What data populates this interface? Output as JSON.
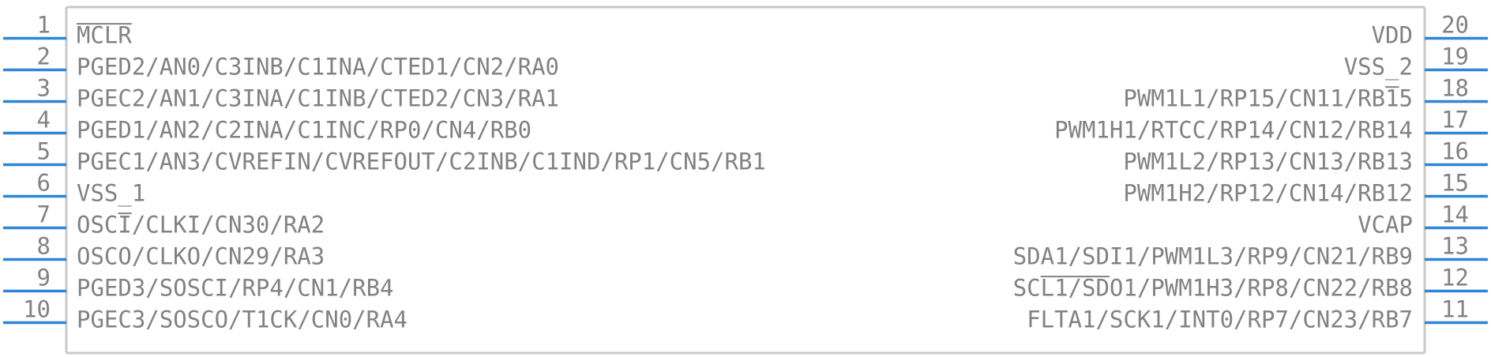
{
  "component": {
    "colors": {
      "body_stroke": "#c8c8c8",
      "body_fill": "#ffffff",
      "pin": "#2f86d6",
      "text": "#828282"
    },
    "left_pins": [
      {
        "number": "1",
        "label": "MCLR",
        "overline": [
          0,
          4
        ]
      },
      {
        "number": "2",
        "label": "PGED2/AN0/C3INB/C1INA/CTED1/CN2/RA0"
      },
      {
        "number": "3",
        "label": "PGEC2/AN1/C3INA/C1INB/CTED2/CN3/RA1"
      },
      {
        "number": "4",
        "label": "PGED1/AN2/C2INA/C1INC/RP0/CN4/RB0"
      },
      {
        "number": "5",
        "label": "PGEC1/AN3/CVREFIN/CVREFOUT/C2INB/C1IND/RP1/CN5/RB1"
      },
      {
        "number": "6",
        "label": "VSS_1"
      },
      {
        "number": "7",
        "label": "OSCI/CLKI/CN30/RA2",
        "overline": [
          3,
          4
        ]
      },
      {
        "number": "8",
        "label": "OSCO/CLKO/CN29/RA3"
      },
      {
        "number": "9",
        "label": "PGED3/SOSCI/RP4/CN1/RB4"
      },
      {
        "number": "10",
        "label": "PGEC3/SOSCO/T1CK/CN0/RA4"
      }
    ],
    "right_pins": [
      {
        "number": "20",
        "label": "VDD"
      },
      {
        "number": "19",
        "label": "VSS_2"
      },
      {
        "number": "18",
        "label": "PWM1L1/RP15/CN11/RB15",
        "overline": [
          19,
          20
        ]
      },
      {
        "number": "17",
        "label": "PWM1H1/RTCC/RP14/CN12/RB14"
      },
      {
        "number": "16",
        "label": "PWM1L2/RP13/CN13/RB13"
      },
      {
        "number": "15",
        "label": "PWM1H2/RP12/CN14/RB12"
      },
      {
        "number": "14",
        "label": "VCAP"
      },
      {
        "number": "13",
        "label": "SDA1/SDI1/PWM1L3/RP9/CN21/RB9"
      },
      {
        "number": "12",
        "label": "SCL1/SDO1/PWM1H3/RP8/CN22/RB8",
        "overline": [
          2,
          7
        ]
      },
      {
        "number": "11",
        "label": "FLTA1/SCK1/INT0/RP7/CN23/RB7"
      }
    ]
  }
}
